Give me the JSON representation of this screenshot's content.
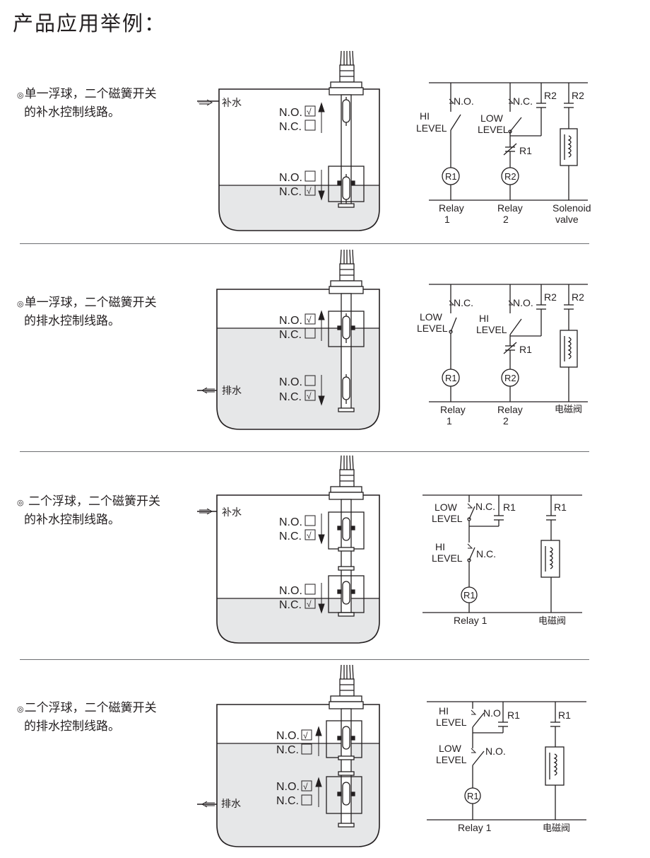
{
  "title": "产品应用举例：",
  "sections": [
    {
      "description_line1": "单一浮球，二个磁簧开关",
      "description_line2": "的补水控制线路。",
      "flow_label": "补水",
      "switch_top": {
        "no": "N.O.",
        "nc": "N.C.",
        "no_mark": "√",
        "nc_mark": ""
      },
      "switch_bottom": {
        "no": "N.O.",
        "nc": "N.C.",
        "no_mark": "",
        "nc_mark": "√"
      },
      "circuit": {
        "col1_contact": "N.O.",
        "col1_level": [
          "HI",
          "LEVEL"
        ],
        "col2_contact": "N.C.",
        "col2_level": [
          "LOW",
          "LEVEL"
        ],
        "r2_a": "R2",
        "r2_b": "R2",
        "r1_contact": "R1",
        "coil1": "R1",
        "coil2": "R2",
        "foot1": [
          "Relay",
          "1"
        ],
        "foot2": [
          "Relay",
          "2"
        ],
        "foot3": [
          "Solenoid",
          "valve"
        ]
      }
    },
    {
      "description_line1": "单一浮球，二个磁簧开关",
      "description_line2": "的排水控制线路。",
      "flow_label": "排水",
      "switch_top": {
        "no": "N.O.",
        "nc": "N.C.",
        "no_mark": "√",
        "nc_mark": ""
      },
      "switch_bottom": {
        "no": "N.O.",
        "nc": "N.C.",
        "no_mark": "",
        "nc_mark": "√"
      },
      "circuit": {
        "col1_contact": "N.C.",
        "col1_level": [
          "LOW",
          "LEVEL"
        ],
        "col2_contact": "N.O.",
        "col2_level": [
          "HI",
          "LEVEL"
        ],
        "r2_a": "R2",
        "r2_b": "R2",
        "r1_contact": "R1",
        "coil1": "R1",
        "coil2": "R2",
        "foot1": [
          "Relay",
          "1"
        ],
        "foot2": [
          "Relay",
          "2"
        ],
        "foot3": [
          "电磁阀"
        ]
      }
    },
    {
      "description_line1": " 二个浮球，二个磁簧开关",
      "description_line2": "的补水控制线路。",
      "flow_label": "补水",
      "switch_top": {
        "no": "N.O.",
        "nc": "N.C.",
        "no_mark": "",
        "nc_mark": "√"
      },
      "switch_bottom": {
        "no": "N.O.",
        "nc": "N.C.",
        "no_mark": "",
        "nc_mark": "√"
      },
      "circuit": {
        "upper_level": [
          "LOW",
          "LEVEL"
        ],
        "upper_contact": "N.C.",
        "upper_r1": "R1",
        "lower_level": [
          "HI",
          "LEVEL"
        ],
        "lower_contact": "N.C.",
        "right_r1": "R1",
        "coil": "R1",
        "foot1": "Relay 1",
        "foot2": "电磁阀"
      }
    },
    {
      "description_line1": "二个浮球，二个磁簧开关",
      "description_line2": "的排水控制线路。",
      "flow_label": "排水",
      "switch_top": {
        "no": "N.O.",
        "nc": "N.C.",
        "no_mark": "√",
        "nc_mark": ""
      },
      "switch_bottom": {
        "no": "N.O.",
        "nc": "N.C.",
        "no_mark": "√",
        "nc_mark": ""
      },
      "circuit": {
        "upper_level": [
          "HI",
          "LEVEL"
        ],
        "upper_contact": "N.O",
        "upper_r1": "R1",
        "lower_level": [
          "LOW",
          "LEVEL"
        ],
        "lower_contact": "N.O.",
        "right_r1": "R1",
        "coil": "R1",
        "foot1": "Relay 1",
        "foot2": "电磁阀"
      }
    }
  ]
}
